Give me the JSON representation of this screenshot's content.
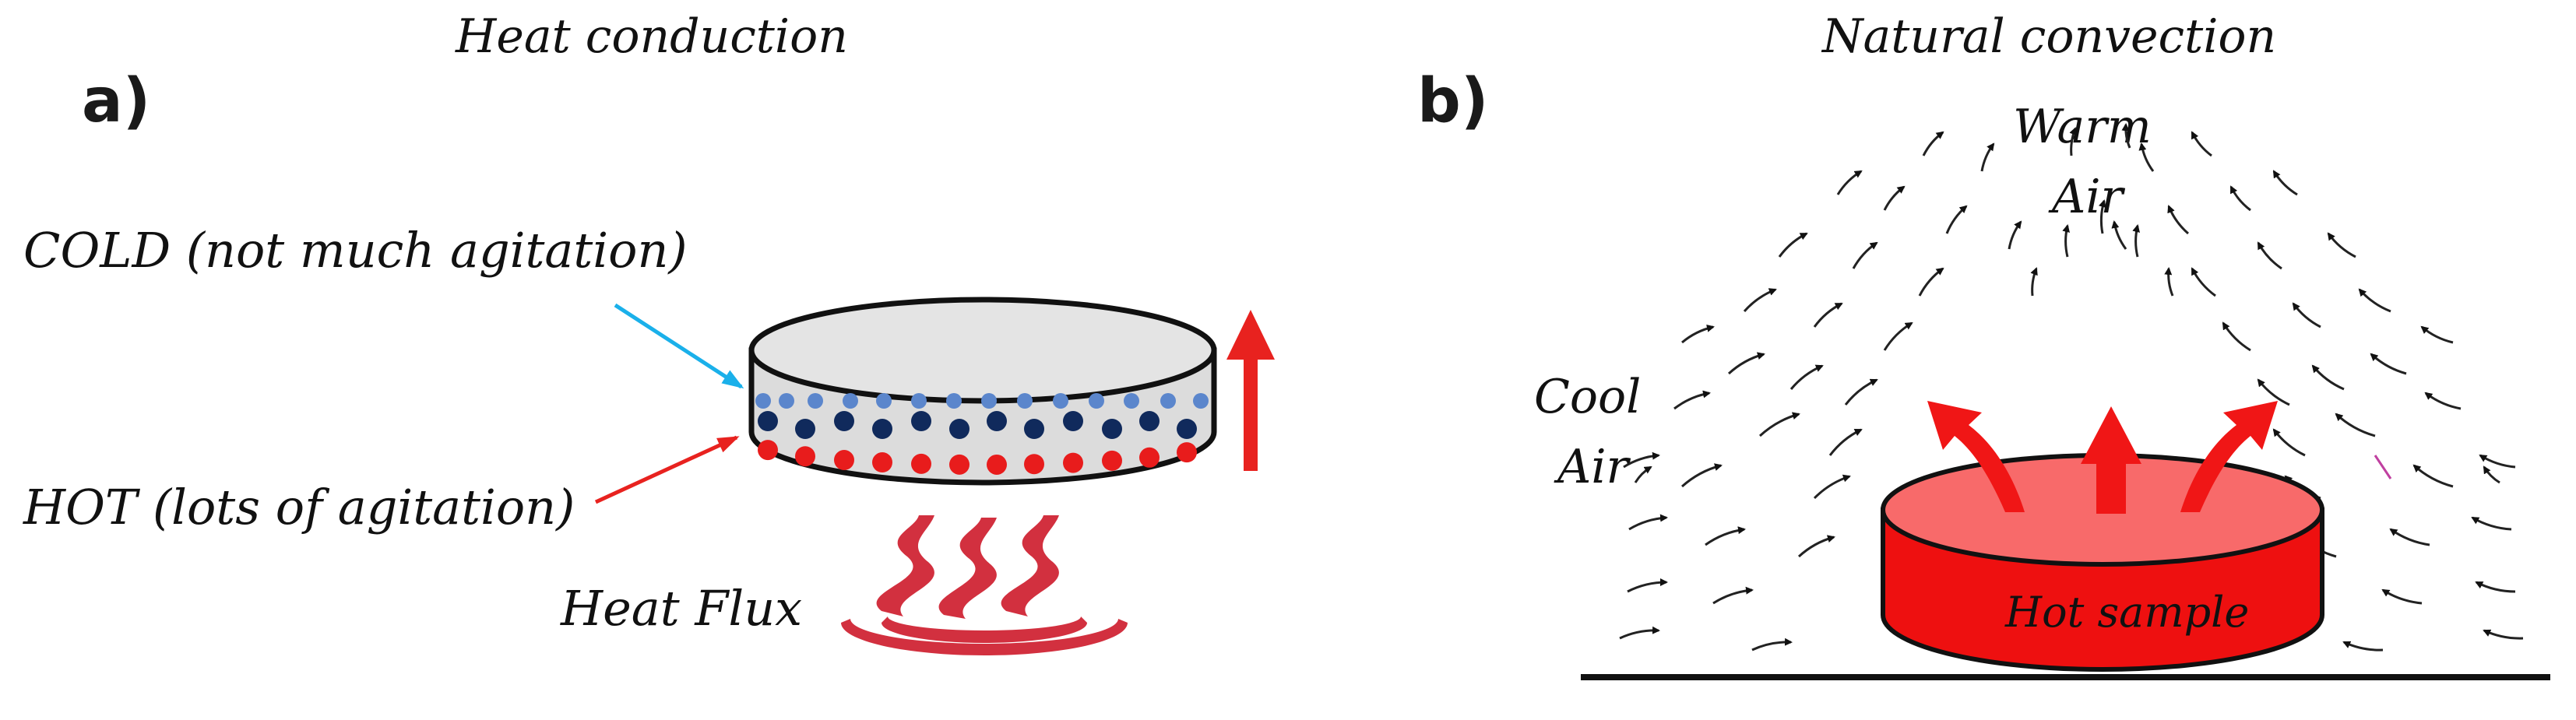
{
  "panel_a": {
    "letter": "a)",
    "title": "Heat conduction",
    "cold_label": "COLD (not much agitation)",
    "hot_label": "HOT (lots of agitation)",
    "heat_flux_label": "Heat Flux"
  },
  "panel_b": {
    "letter": "b)",
    "title": "Natural convection",
    "warm_air_line1": "Warm",
    "warm_air_line2": "Air",
    "cool_air_line1": "Cool",
    "cool_air_line2": "Air",
    "sample_label": "Hot sample"
  },
  "colors": {
    "cold_arrow": "#1ab0ea",
    "hot_arrow": "#e8221f",
    "heat_flux": "#d2303f",
    "dot_light": "#5b86cc",
    "dot_dark": "#102a5c",
    "dot_red": "#e81c1c",
    "cylinder_fill": "#dcdcdc",
    "hot_sample_top": "#f86a6a",
    "hot_sample_side": "#ee1010"
  }
}
